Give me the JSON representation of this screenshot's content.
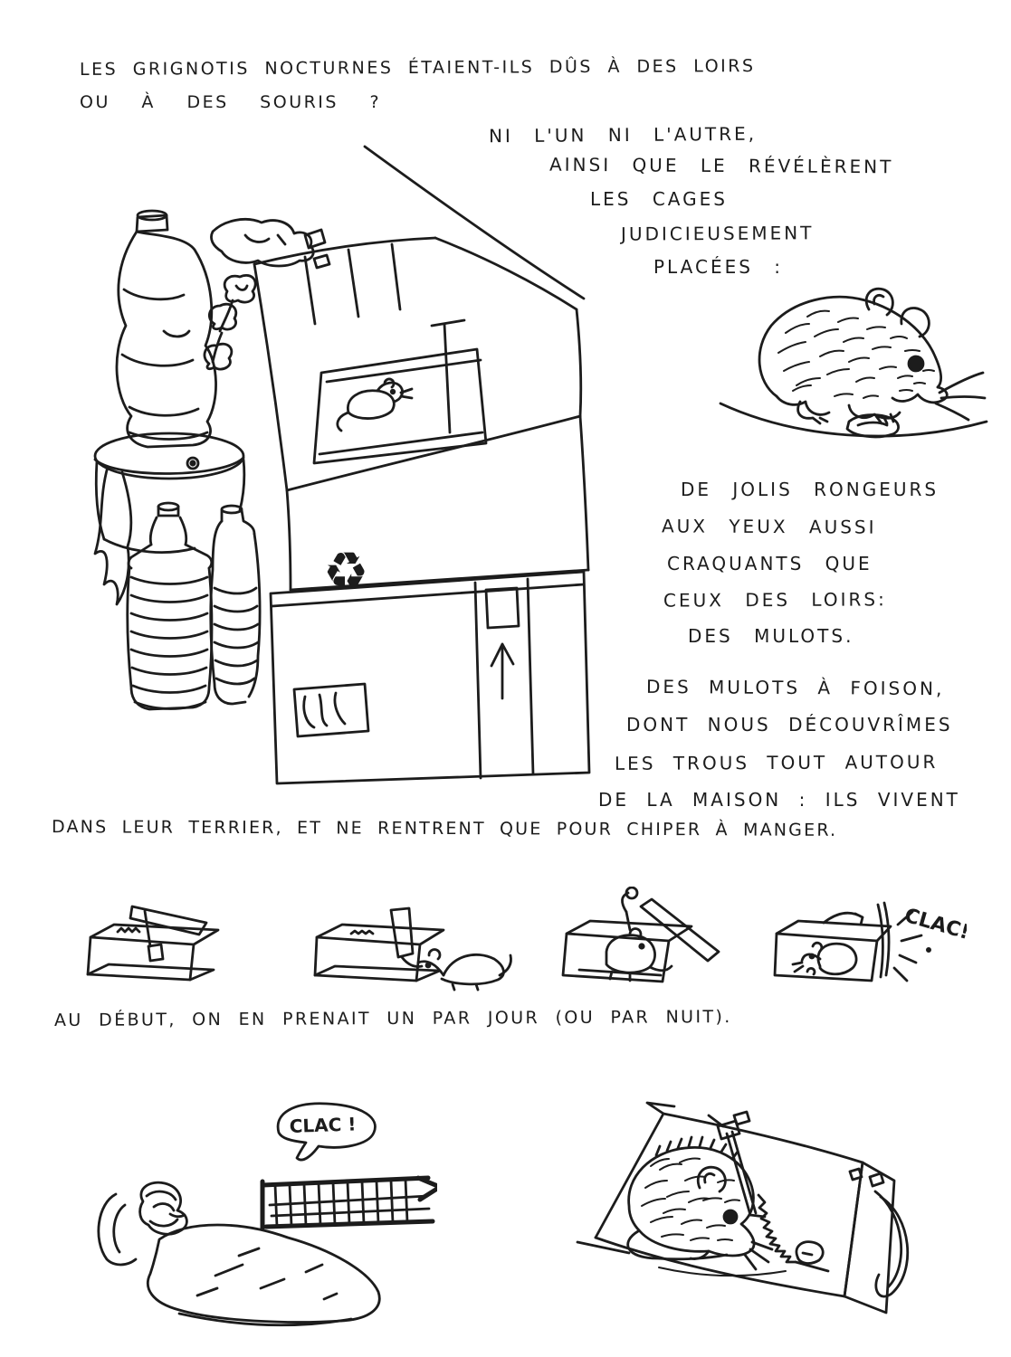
{
  "page": {
    "background_color": "#ffffff",
    "ink_color": "#1c1c1c"
  },
  "question": {
    "line1": "LES GRIGNOTIS NOCTURNES ÉTAIENT-ILS DÛS À DES LOIRS",
    "line2": "OU À DES SOURIS ?"
  },
  "answer": {
    "line1": "NI L'UN NI L'AUTRE,",
    "line2": "AINSI QUE LE RÉVÉLÈRENT",
    "line3": "LES CAGES",
    "line4": "JUDICIEUSEMENT",
    "line5": "PLACÉES :"
  },
  "rodents": {
    "line1": "DE JOLIS RONGEURS",
    "line2": "AUX YEUX AUSSI",
    "line3": "CRAQUANTS QUE",
    "line4": "CEUX DES LOIRS:",
    "line5": "DES MULOTS."
  },
  "foison": {
    "line1": "DES MULOTS À FOISON,",
    "line2": "DONT NOUS DÉCOUVRÎMES",
    "line3": "LES TROUS TOUT AUTOUR",
    "line4": "DE LA MAISON : ILS VIVENT",
    "line5": "DANS LEUR TERRIER, ET NE RENTRENT QUE POUR CHIPER À MANGER."
  },
  "caption": {
    "text": "AU DÉBUT, ON EN PRENAIT UN PAR JOUR (OU PAR NUIT)."
  },
  "sfx": {
    "trap_clac": "CLAC!",
    "night_clac": "CLAC !"
  },
  "symbols": {
    "recycle": "♻"
  }
}
